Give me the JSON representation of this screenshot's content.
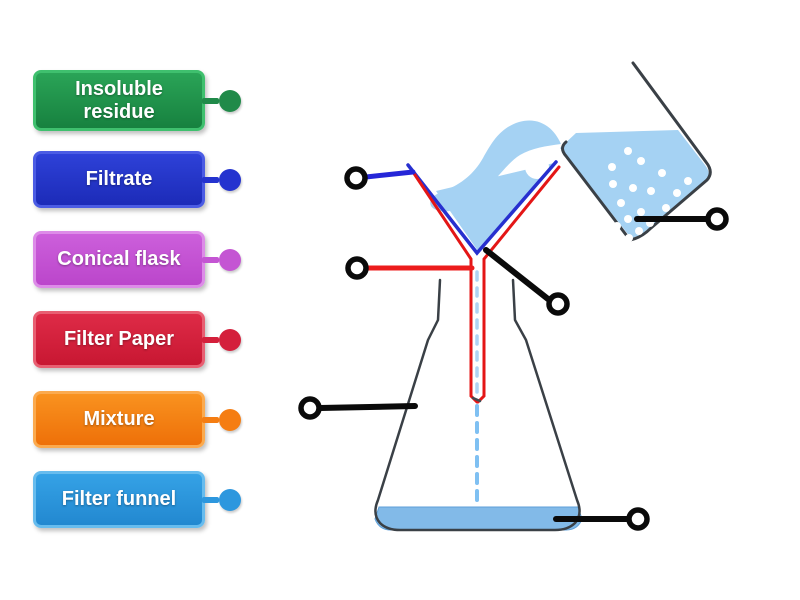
{
  "activity": {
    "type": "labelled-diagram",
    "topic": "Filtration apparatus"
  },
  "labels": [
    {
      "text": "Insoluble residue",
      "fill_top": "#2aa457",
      "fill_bottom": "#17813f",
      "border": "#3fc06e",
      "dot": "#208a49"
    },
    {
      "text": "Filtrate",
      "fill_top": "#2e41d8",
      "fill_bottom": "#1c2bb8",
      "border": "#4b5ce4",
      "dot": "#2433cf"
    },
    {
      "text": "Conical flask",
      "fill_top": "#cc5fdb",
      "fill_bottom": "#bb46cb",
      "border": "#dd8be8",
      "dot": "#c455d3"
    },
    {
      "text": "Filter Paper",
      "fill_top": "#de2b47",
      "fill_bottom": "#c81732",
      "border": "#e85f72",
      "dot": "#d41f3b"
    },
    {
      "text": "Mixture",
      "fill_top": "#f9921f",
      "fill_bottom": "#ee7009",
      "border": "#fbaa4e",
      "dot": "#f57d12"
    },
    {
      "text": "Filter funnel",
      "fill_top": "#35a2e6",
      "fill_bottom": "#2288d0",
      "border": "#67bcee",
      "dot": "#2d97de"
    }
  ],
  "diagram": {
    "description": "Tilted beaker pours a mixture with white particles through a filter funnel lined with filter paper into a conical flask collecting clear filtrate; six black ring answer points mark parts to label",
    "answer_points": [
      {
        "name": "filter-funnel-point"
      },
      {
        "name": "filter-paper-point"
      },
      {
        "name": "insoluble-residue-point"
      },
      {
        "name": "mixture-point"
      },
      {
        "name": "conical-flask-point"
      },
      {
        "name": "filtrate-point"
      }
    ],
    "colors": {
      "liquid": "#a5d2f3",
      "filtrate_layer": "#82bae8",
      "funnel_red": "#e41616",
      "paper_blue": "#2730cf",
      "glass_outline": "#3a4046",
      "drip_dash": "#7fc0f2",
      "pointer_black": "#0a0a0a"
    }
  }
}
